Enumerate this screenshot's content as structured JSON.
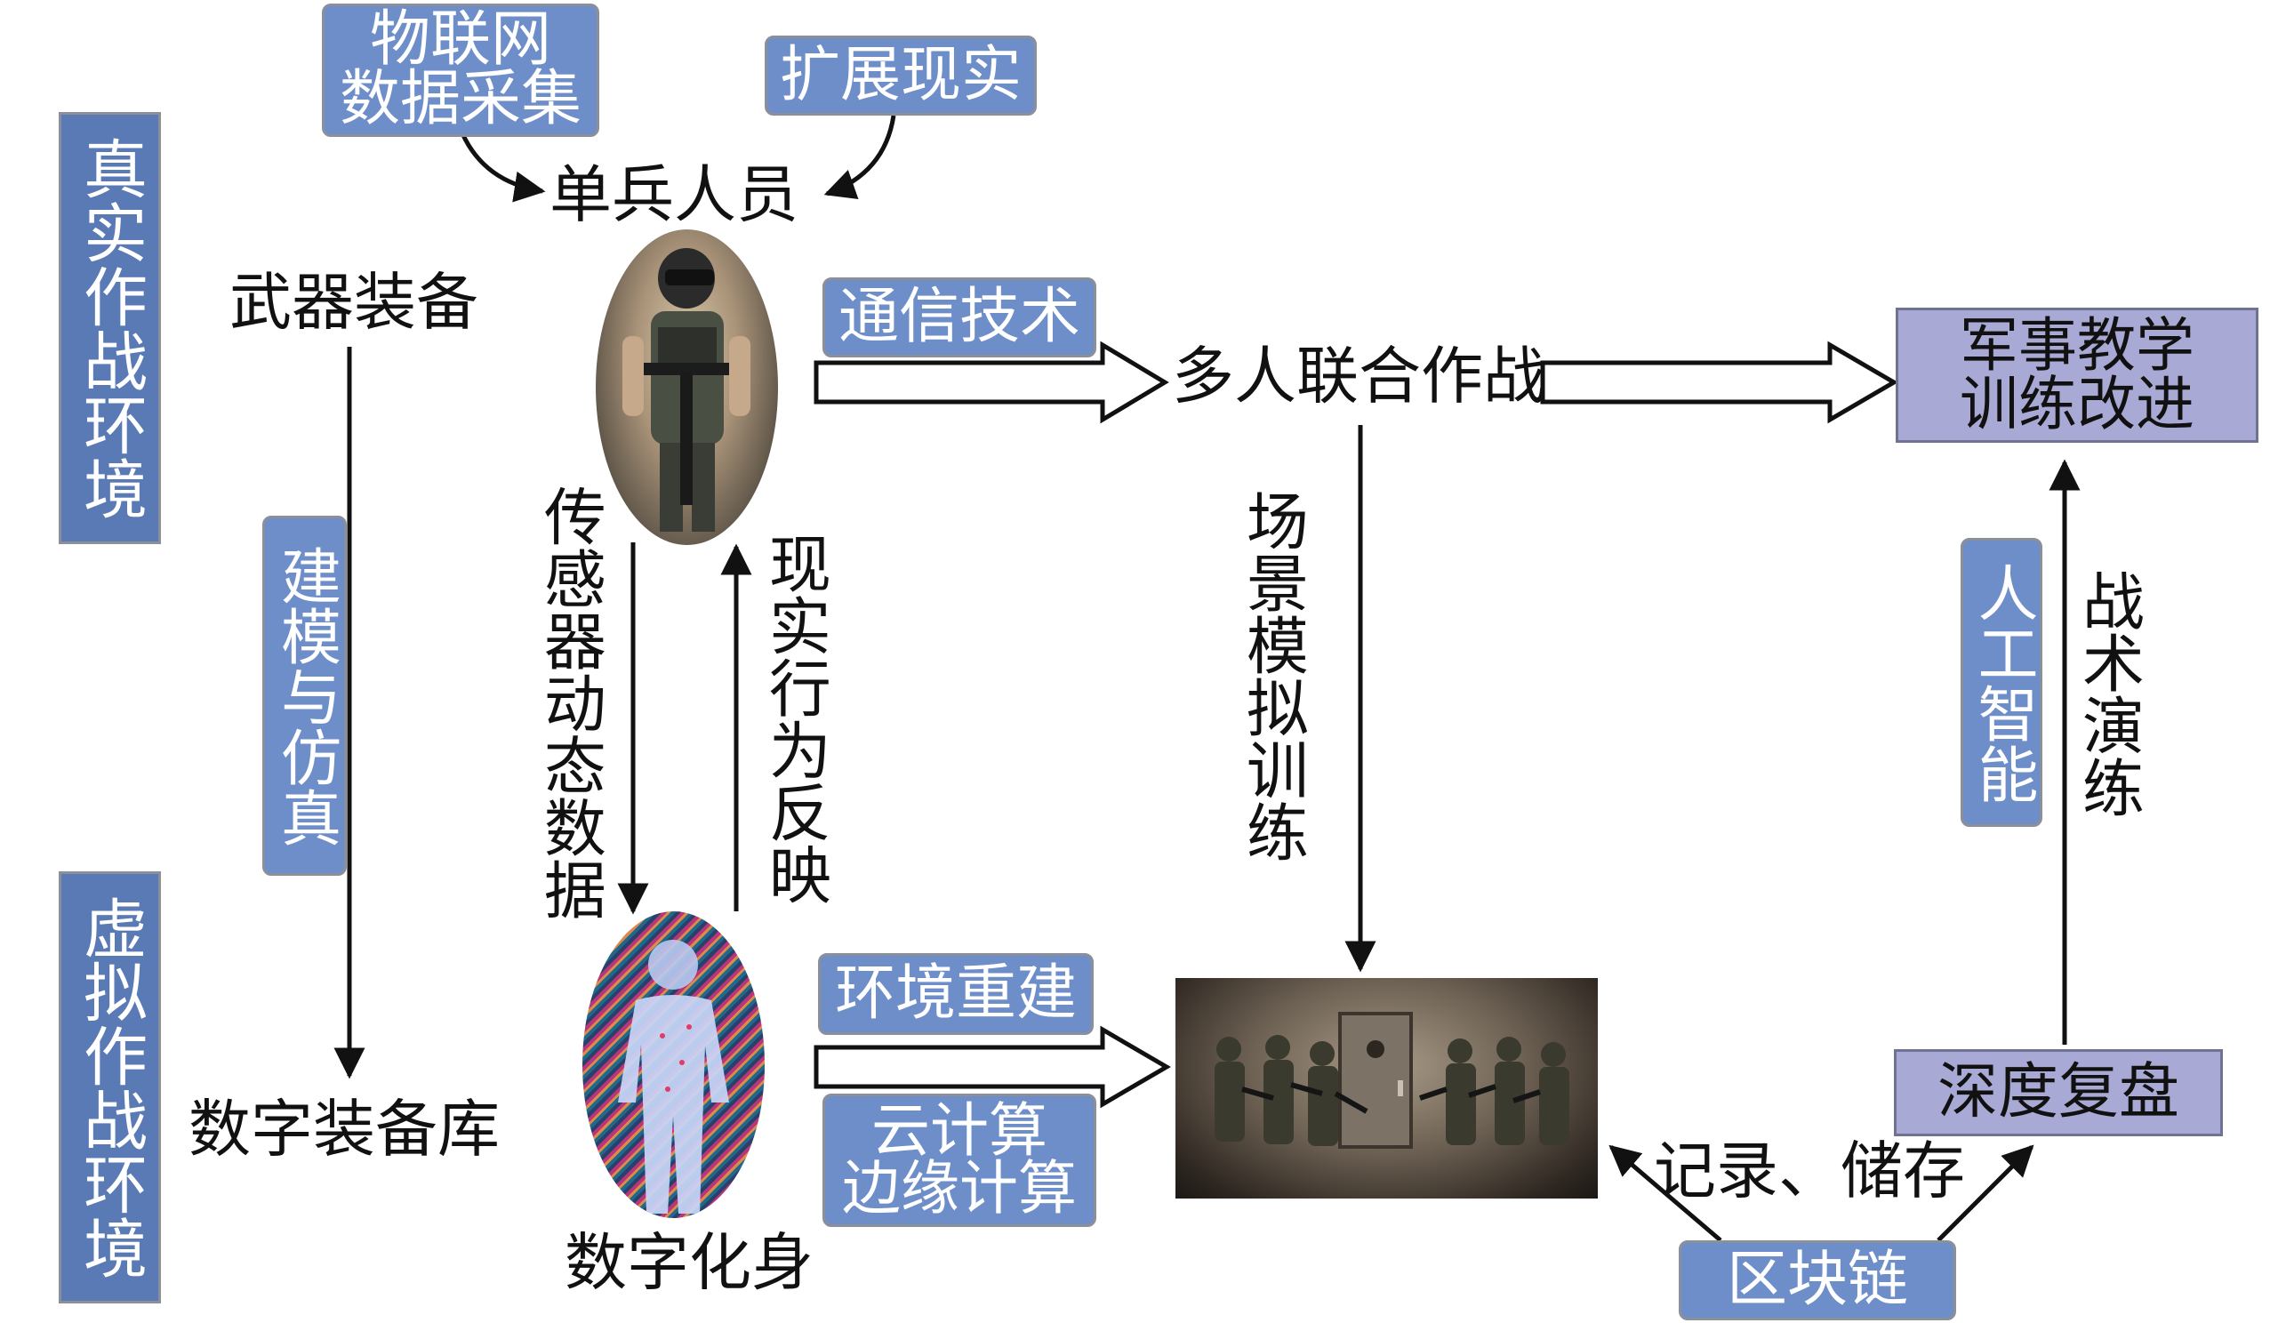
{
  "env": {
    "real": "真实作战环境",
    "virtual": "虚拟作战环境"
  },
  "tech": {
    "iot": "物联网\n数据采集",
    "xr": "扩展现实",
    "comm": "通信技术",
    "modeling": "建模与仿真",
    "env_rebuild": "环境重建",
    "cloud": "云计算\n边缘计算",
    "ai": "人工智能",
    "blockchain": "区块链"
  },
  "nodes": {
    "soldier": "单兵人员",
    "weapons": "武器装备",
    "multi": "多人联合作战",
    "military": "军事教学\n训练改进",
    "digital_lib": "数字装备库",
    "avatar": "数字化身",
    "review": "深度复盘"
  },
  "edges": {
    "sensor": "传感器动态数据",
    "reality": "现实行为反映",
    "scene": "场景模拟训练",
    "tactics": "战术演练",
    "record": "记录、储存"
  },
  "colors": {
    "tech_box": "#6d8ec9",
    "env_box": "#5a7ab5",
    "result_box": "#a9a9d6",
    "arrow": "#111111"
  }
}
